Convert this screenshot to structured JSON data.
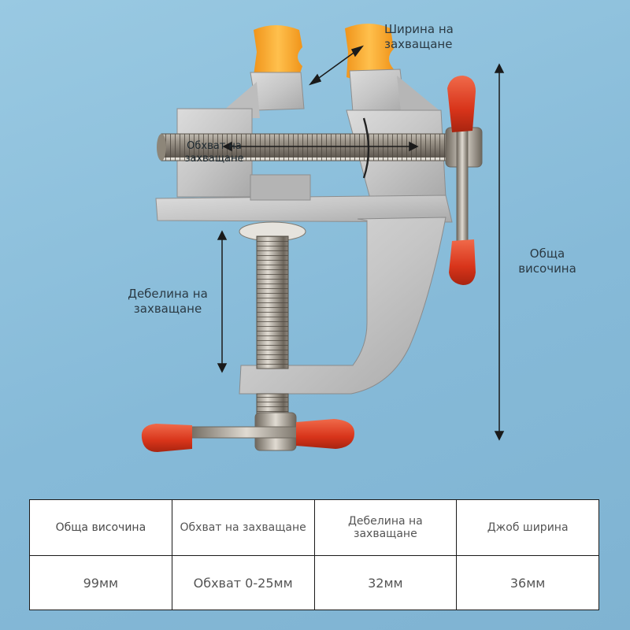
{
  "annotations": {
    "jaw_width": "Ширина на\nзахващане",
    "grip_range": "Обхват на\nзахващане",
    "clamp_thickness": "Дебелина на\nзахващане",
    "total_height": "Обща\nвисочина"
  },
  "spec_table": {
    "headers": [
      "Обща височина",
      "Обхват на захващане",
      "Дебелина на\nзахващане",
      "Джоб ширина"
    ],
    "values": [
      "99мм",
      "Обхват 0-25мм",
      "32мм",
      "36мм"
    ]
  },
  "colors": {
    "background": "#8cbfdb",
    "aluminum": "#c9c9c9",
    "jaw_pad": "#f5a623",
    "handle_cap": "#e0401f"
  },
  "icons": [
    "bench-vise-image"
  ]
}
